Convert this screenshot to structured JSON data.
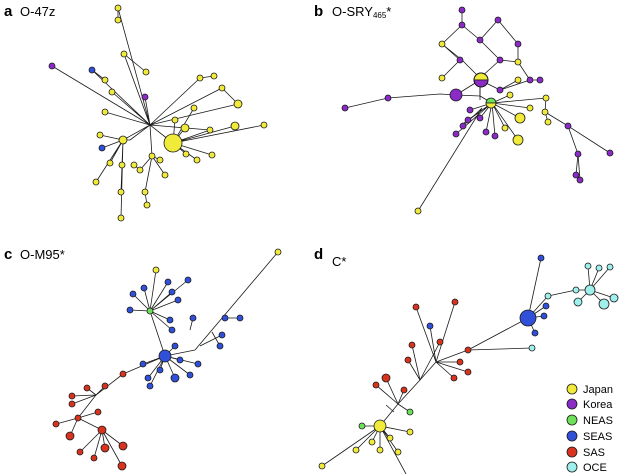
{
  "panels": [
    {
      "letter": "a",
      "title": "O-47z"
    },
    {
      "letter": "b",
      "title_main": "O-SRY",
      "title_sub": "465",
      "title_suffix": "*"
    },
    {
      "letter": "c",
      "title": "O-M95*"
    },
    {
      "letter": "d",
      "title": "C*"
    }
  ],
  "legend": [
    {
      "label": "Japan",
      "color": "#f0ea3a"
    },
    {
      "label": "Korea",
      "color": "#8a2bc7"
    },
    {
      "label": "NEAS",
      "color": "#6fe05a"
    },
    {
      "label": "SEAS",
      "color": "#3050d8"
    },
    {
      "label": "SAS",
      "color": "#d8331f"
    },
    {
      "label": "OCE",
      "color": "#9ff0ec"
    }
  ]
}
